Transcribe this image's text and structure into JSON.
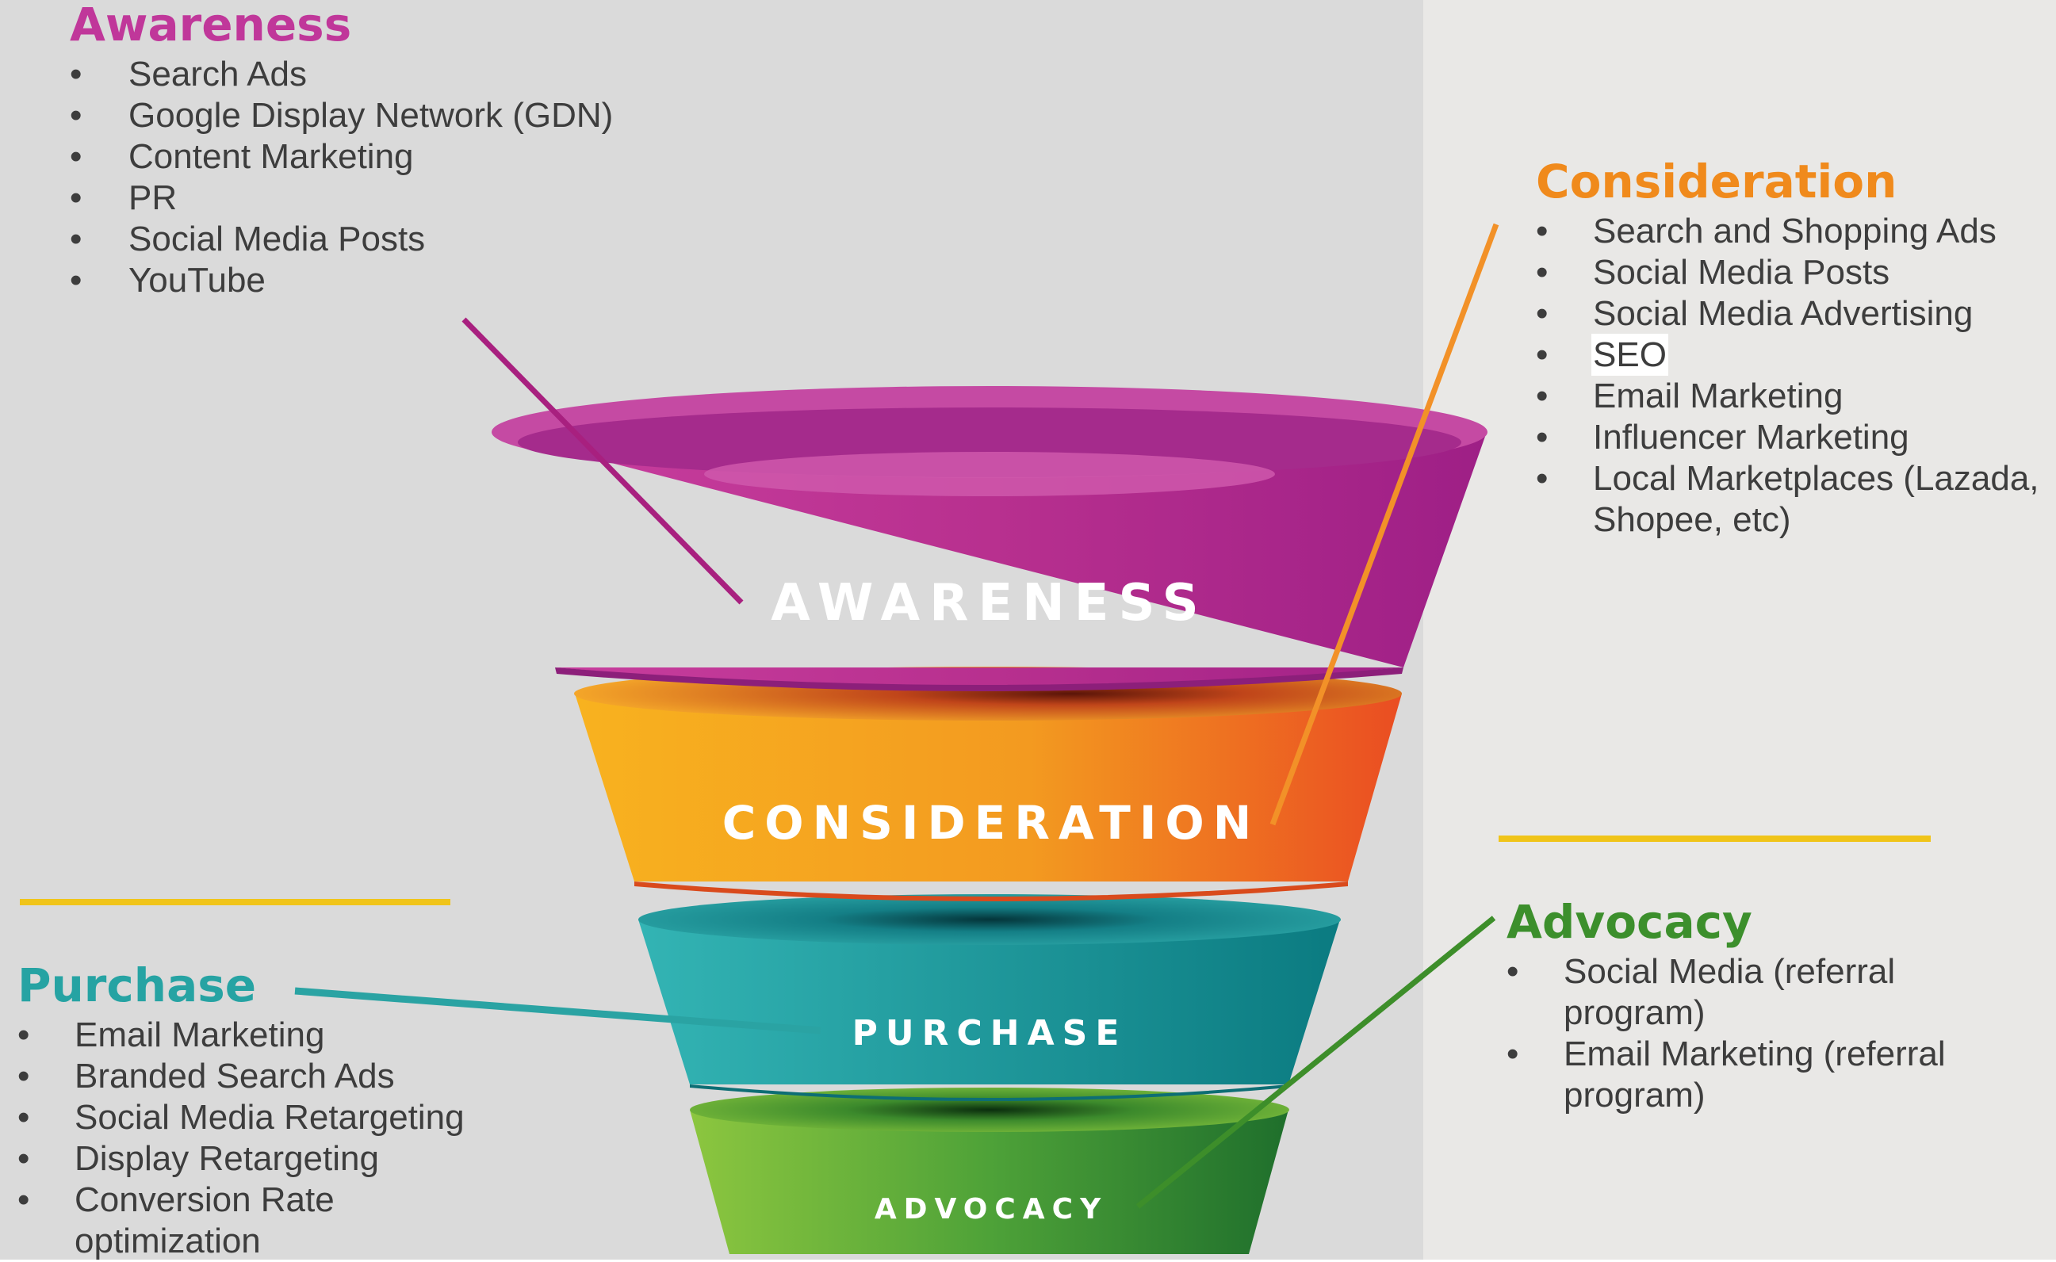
{
  "colors": {
    "awareness": "#c0379a",
    "consideration": "#f08a1c",
    "purchase": "#26a3a3",
    "advocacy": "#3c8f2c",
    "divider": "#f0c419"
  },
  "funnel": {
    "awareness_label": "AWARENESS",
    "consideration_label": "CONSIDERATION",
    "purchase_label": "PURCHASE",
    "advocacy_label": "ADVOCACY"
  },
  "awareness": {
    "heading": "Awareness",
    "items": [
      "Search Ads",
      "Google Display Network (GDN)",
      "Content Marketing",
      "PR",
      "Social Media Posts",
      "YouTube"
    ]
  },
  "consideration": {
    "heading": "Consideration",
    "items": [
      "Search and Shopping Ads",
      "Social Media Posts",
      "Social Media Advertising",
      "SEO",
      "Email Marketing",
      "Influencer Marketing",
      "Local Marketplaces (Lazada, Shopee, etc)"
    ]
  },
  "purchase": {
    "heading": "Purchase",
    "items": [
      "Email Marketing",
      "Branded Search Ads",
      "Social Media Retargeting",
      "Display Retargeting",
      "Conversion Rate optimization"
    ]
  },
  "advocacy": {
    "heading": "Advocacy",
    "items": [
      "Social Media (referral program)",
      "Email Marketing (referral program)"
    ]
  }
}
